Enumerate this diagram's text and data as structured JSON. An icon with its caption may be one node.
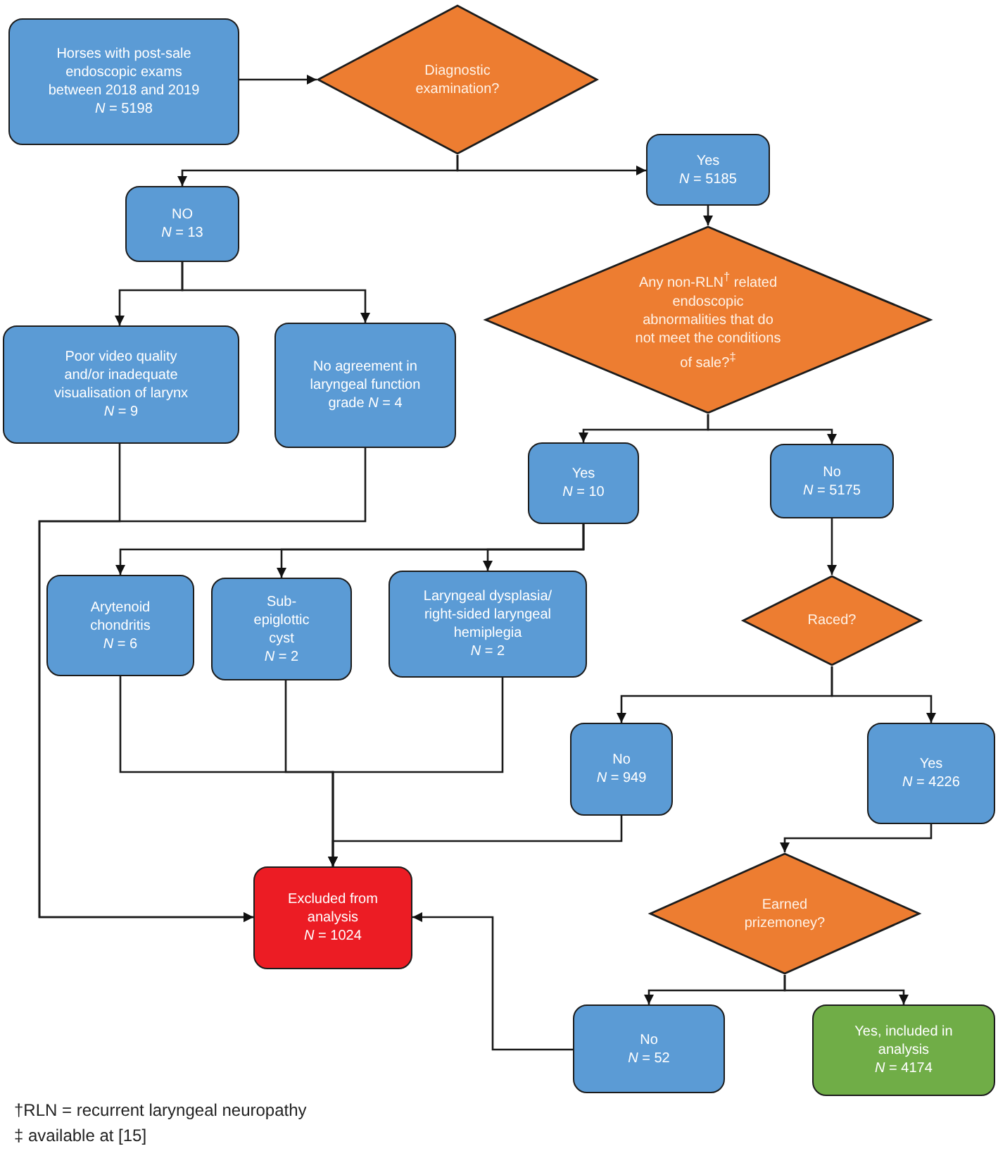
{
  "diagram": {
    "nodes": [
      {
        "text": [
          "Horses with post-sale endoscopic exams between 2018 and 2019",
          "*N* = 5198"
        ]
      },
      {
        "text": [
          "Diagnostic examination?"
        ]
      },
      {
        "text": [
          "Yes",
          "*N* = 5185"
        ]
      },
      {
        "text": [
          "NO",
          "*N* = 13"
        ]
      },
      {
        "text": [
          "Any non-RLN$^{†}$ related endoscopic abnormalities that do not meet the conditions of sale?$^{‡}$"
        ]
      },
      {
        "text": [
          "Poor video quality and/or inadequate visualisation of larynx",
          "*N* = 9"
        ]
      },
      {
        "text": [
          "No agreement in laryngeal function grade *N* = 4"
        ]
      },
      {
        "text": [
          "Yes",
          "*N* = 10"
        ]
      },
      {
        "text": [
          "No",
          "*N* = 5175"
        ]
      },
      {
        "text": [
          "Arytenoid chondritis",
          "*N* = 6"
        ]
      },
      {
        "text": [
          "Sub-epiglottic cyst",
          "*N* = 2"
        ]
      },
      {
        "text": [
          "Laryngeal dysplasia/ right-sided laryngeal hemiplegia",
          "*N* = 2"
        ]
      },
      {
        "text": [
          "Raced?"
        ]
      },
      {
        "text": [
          "No",
          "*N* = 949"
        ]
      },
      {
        "text": [
          "Yes",
          "*N* = 4226"
        ]
      },
      {
        "text": [
          "Earned prizemoney?"
        ]
      },
      {
        "text": [
          "Excluded from analysis",
          "*N* = 1024"
        ]
      },
      {
        "text": [
          "No",
          "*N* = 52"
        ]
      },
      {
        "text": [
          "Yes, included in analysis",
          "*N* = 4174"
        ]
      }
    ],
    "edges": [
      {
        "from": 0,
        "to": 1,
        "arrow": "to"
      },
      {
        "from": 1,
        "to": 3,
        "arrow": "to"
      },
      {
        "from": 1,
        "to": 2,
        "arrow": "to"
      },
      {
        "from": 2,
        "to": 4,
        "arrow": "to"
      },
      {
        "from": 3,
        "to": 5,
        "arrow": "to"
      },
      {
        "from": 3,
        "to": 6,
        "arrow": "to"
      },
      {
        "from": 4,
        "to": 7,
        "arrow": "to"
      },
      {
        "from": 4,
        "to": 8,
        "arrow": "to"
      },
      {
        "from": 5,
        "to": 16,
        "arrow": "to"
      },
      {
        "from": 6,
        "to": 16,
        "arrow": "to"
      },
      {
        "from": 7,
        "to": 9,
        "arrow": "to"
      },
      {
        "from": 7,
        "to": 10,
        "arrow": "to"
      },
      {
        "from": 7,
        "to": 11,
        "arrow": "to"
      },
      {
        "from": 8,
        "to": 12,
        "arrow": "to"
      },
      {
        "from": 9,
        "to": 16,
        "arrow": "to"
      },
      {
        "from": 10,
        "to": 16,
        "arrow": "to"
      },
      {
        "from": 11,
        "to": 16,
        "arrow": "to"
      },
      {
        "from": 12,
        "to": 13,
        "arrow": "to"
      },
      {
        "from": 12,
        "to": 14,
        "arrow": "to"
      },
      {
        "from": 13,
        "to": 16,
        "arrow": "to"
      },
      {
        "from": 14,
        "to": 15,
        "arrow": "to"
      },
      {
        "from": 15,
        "to": 17,
        "arrow": "to"
      },
      {
        "from": 15,
        "to": 18,
        "arrow": "to"
      },
      {
        "from": 17,
        "to": 16,
        "arrow": "to"
      }
    ],
    "labels": [
      "†RLN = recurrent laryngeal neuropathy",
      "‡ available at [15]"
    ]
  }
}
